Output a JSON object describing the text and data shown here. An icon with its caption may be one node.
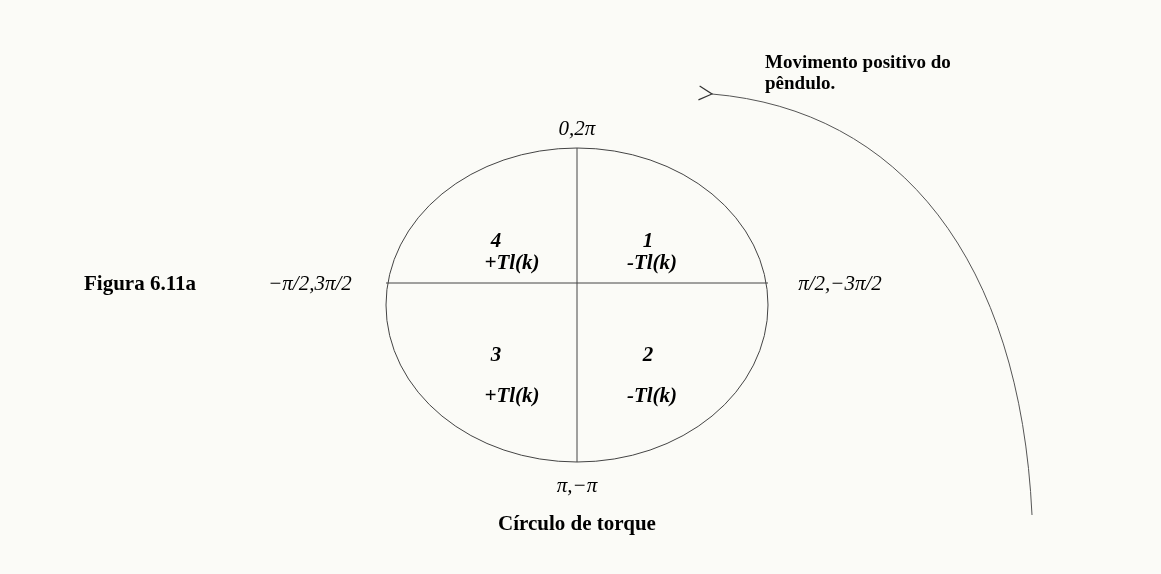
{
  "diagram": {
    "title": "Figura 6.11a",
    "caption": "Círculo de torque",
    "labels": [
      "Movimento positivo do pêndulo.",
      "0,2π",
      "4",
      "1",
      "−π/2,3π/2",
      "+Tl(k)",
      "-Tl(k)",
      "π/2,−3π/2",
      "3",
      "2",
      "+Tl(k)",
      "-Tl(k)",
      "π,−π"
    ]
  }
}
